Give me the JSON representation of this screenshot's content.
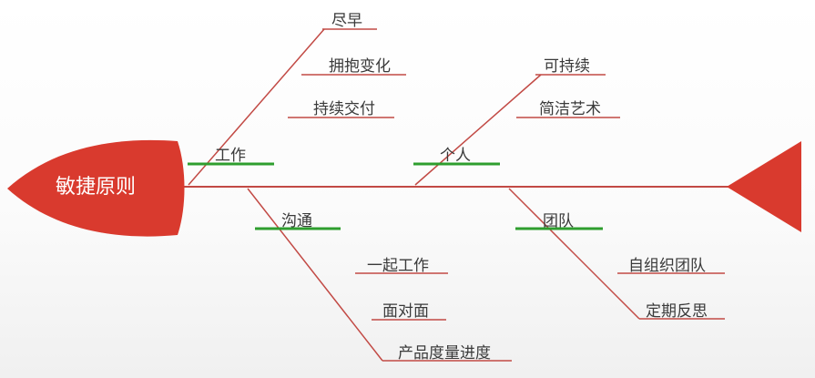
{
  "diagram": {
    "head": {
      "label": "敏捷原则"
    },
    "colors": {
      "fish": "#d93a2e",
      "branch_line": "#c24a45",
      "category_underline": "#2e9e2e",
      "cause_underline": "#c24a45"
    },
    "categories": [
      {
        "id": "work",
        "label": "工作",
        "causes": [
          "尽早",
          "拥抱变化",
          "持续交付"
        ]
      },
      {
        "id": "communication",
        "label": "沟通",
        "causes": [
          "一起工作",
          "面对面",
          "产品度量进度"
        ]
      },
      {
        "id": "individual",
        "label": "个人",
        "causes": [
          "可持续",
          "简洁艺术"
        ]
      },
      {
        "id": "team",
        "label": "团队",
        "causes": [
          "自组织团队",
          "定期反思"
        ]
      }
    ]
  }
}
